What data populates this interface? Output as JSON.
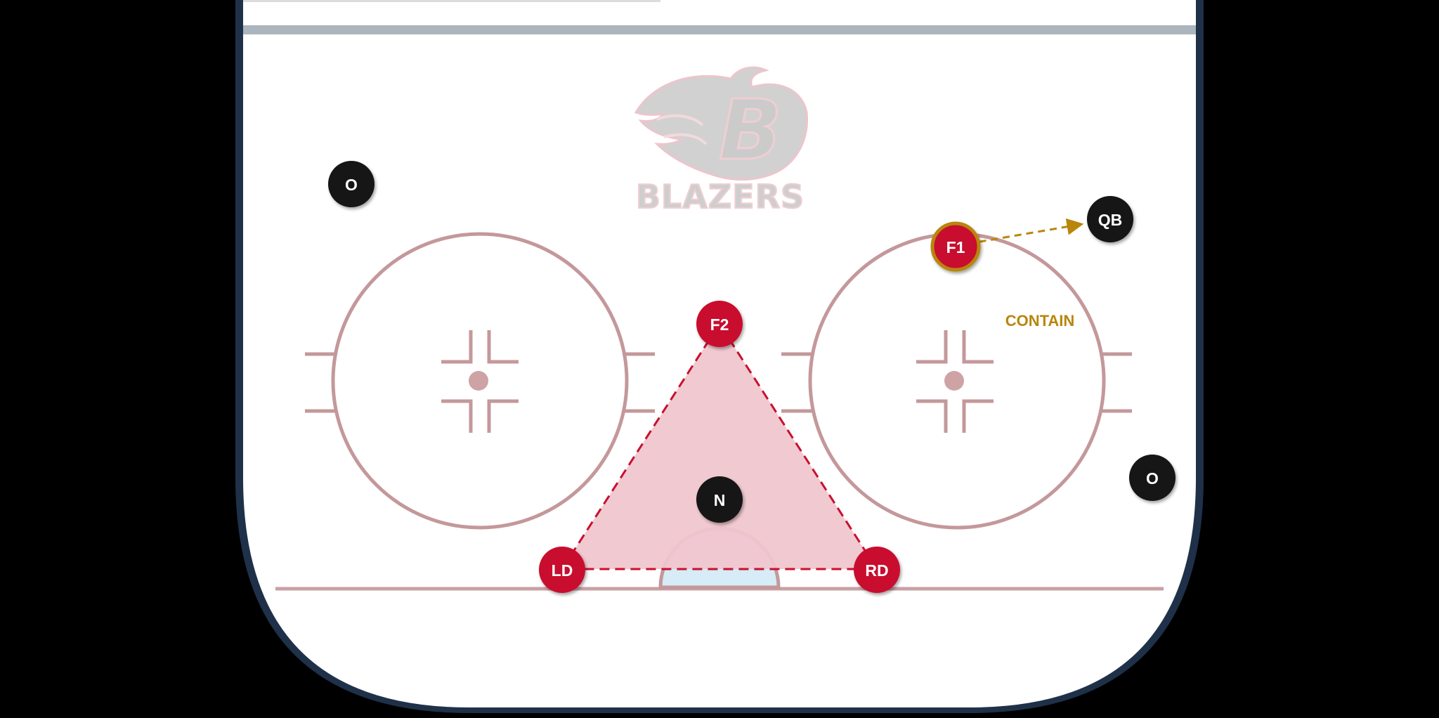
{
  "rink": {
    "ice_color": "#ffffff",
    "board_color": "#1f3148",
    "line_color": "#c4989b",
    "goal_line_color": "#c8a0a3",
    "crease_fill": "#d6ecf6",
    "glass_color": "#aab5bd"
  },
  "logo": {
    "letter": "B",
    "wordmark": "BLAZERS"
  },
  "formation": {
    "fill": "#f0c6cf",
    "stroke": "#c8102e"
  },
  "players": [
    {
      "id": "F1",
      "label": "F1",
      "team": "blazers",
      "highlight": true
    },
    {
      "id": "F2",
      "label": "F2",
      "team": "blazers"
    },
    {
      "id": "LD",
      "label": "LD",
      "team": "blazers"
    },
    {
      "id": "RD",
      "label": "RD",
      "team": "blazers"
    },
    {
      "id": "QB",
      "label": "QB",
      "team": "opponent"
    },
    {
      "id": "N",
      "label": "N",
      "team": "opponent"
    },
    {
      "id": "O-left",
      "label": "O",
      "team": "opponent"
    },
    {
      "id": "O-right",
      "label": "O",
      "team": "opponent"
    }
  ],
  "colors": {
    "blazers": "#c8102e",
    "opponent": "#121212",
    "highlight_ring": "#b8860b",
    "arrow": "#b8860b"
  },
  "annotation": {
    "text": "CONTAIN"
  }
}
